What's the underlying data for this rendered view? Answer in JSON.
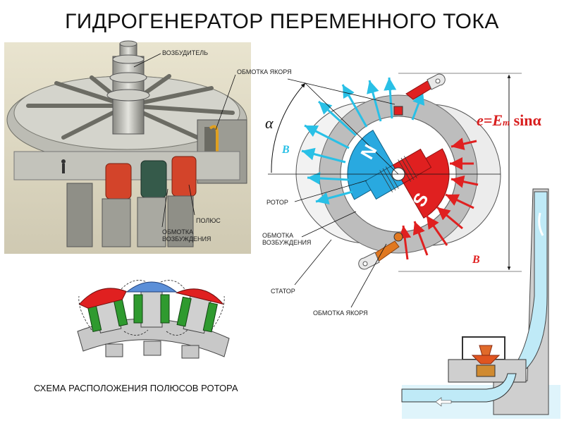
{
  "title": "ГИДРОГЕНЕРАТОР ПЕРЕМЕННОГО  ТОКА",
  "left_labels": {
    "exciter": "ВОЗБУДИТЕЛЬ",
    "pole": "ПОЛЮС",
    "field_winding": "ОБМОТКА ВОЗБУЖДЕНИЯ"
  },
  "schematic_labels": {
    "armature_top": "ОБМОТКА ЯКОРЯ",
    "rotor": "РОТОР",
    "field_winding": "ОБМОТКА ВОЗБУЖДЕНИЯ",
    "stator": "СТАТОР",
    "armature_bottom": "ОБМОТКА ЯКОРЯ"
  },
  "rotor_poles": {
    "north": "N",
    "south": "S"
  },
  "vectors": {
    "B_left": "B",
    "B_right": "B"
  },
  "angle_symbol": "α",
  "formula": {
    "e": "e",
    "eq": "=",
    "E": "E",
    "sub": "m",
    "fn": " sin",
    "arg": "α"
  },
  "caption": "СХЕМА РАСПОЛОЖЕНИЯ ПОЛЮСОВ РОТОРА",
  "colors": {
    "north_pole": "#29a9e0",
    "south_pole": "#e02020",
    "stator": "#bdbdbd",
    "field_coil": "#2f9a2f",
    "water": "#dff4fb",
    "formula": "#d81e1e"
  }
}
